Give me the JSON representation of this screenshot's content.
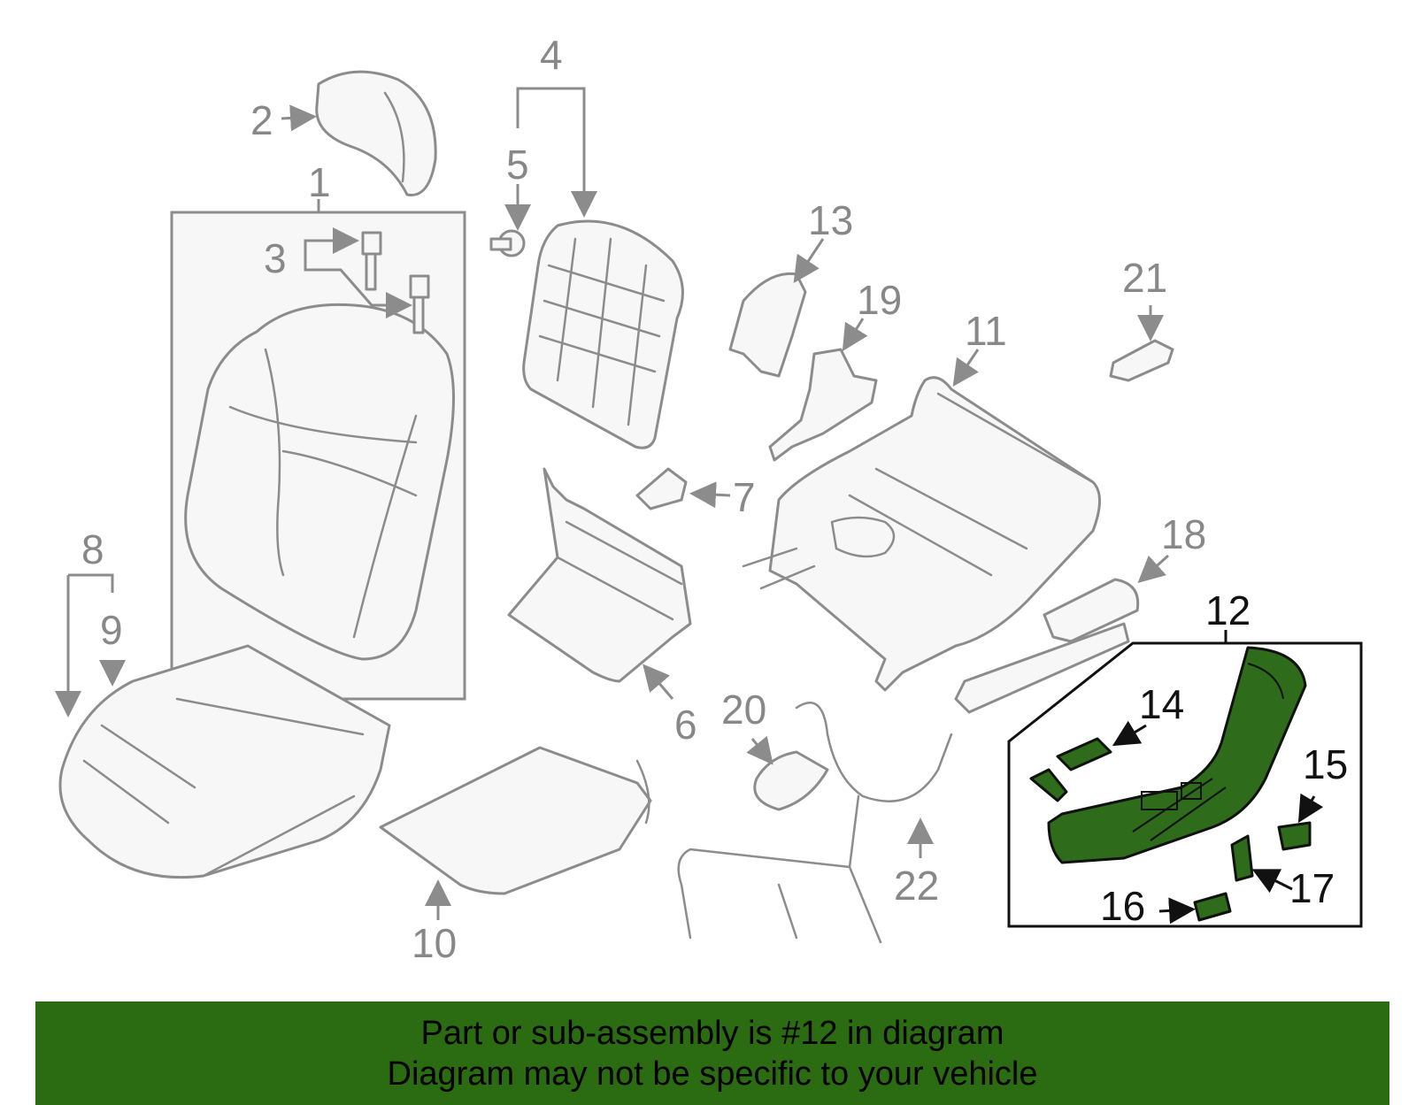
{
  "callouts": {
    "c1": "1",
    "c2": "2",
    "c3": "3",
    "c4": "4",
    "c5": "5",
    "c6": "6",
    "c7": "7",
    "c8": "8",
    "c9": "9",
    "c10": "10",
    "c11": "11",
    "c12": "12",
    "c13": "13",
    "c14": "14",
    "c15": "15",
    "c16": "16",
    "c17": "17",
    "c18": "18",
    "c19": "19",
    "c20": "20",
    "c21": "21",
    "c22": "22"
  },
  "banner": {
    "line1": "Part or sub-assembly is #12 in diagram",
    "line2": "Diagram may not be specific to your vehicle"
  },
  "colors": {
    "highlight": "#2e6b1a",
    "banner": "#2b6b12",
    "line": "#8c8c8c"
  }
}
